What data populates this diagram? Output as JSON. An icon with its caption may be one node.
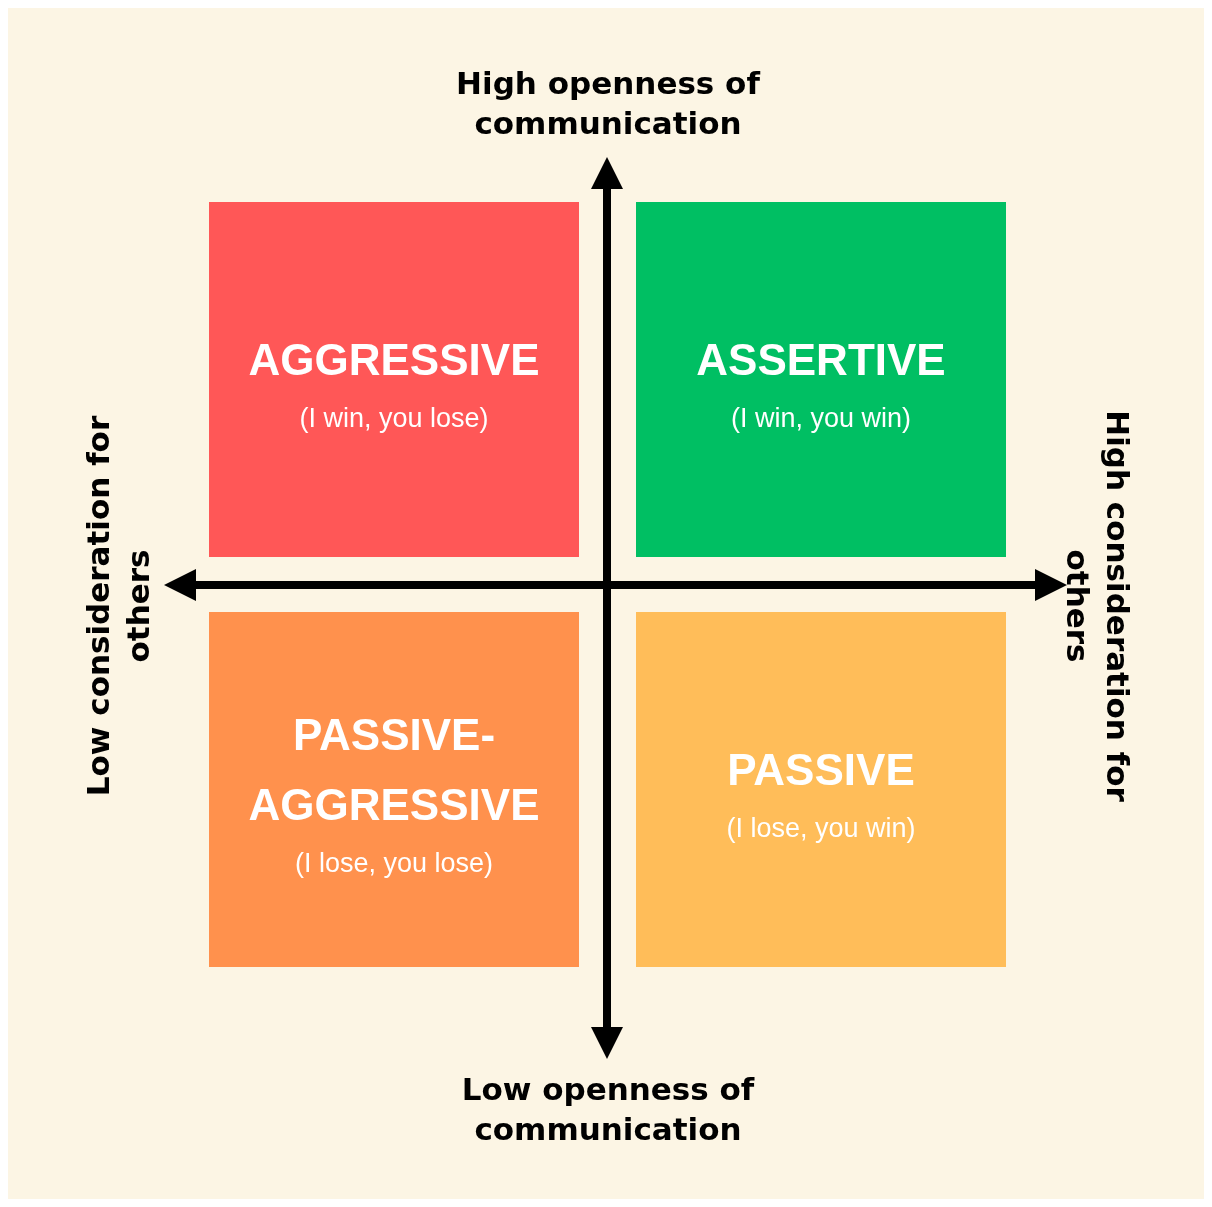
{
  "diagram": {
    "nodes": [
      {
        "text": [
          "AGGRESSIVE",
          "(I win, you lose)"
        ]
      },
      {
        "text": [
          "ASSERTIVE",
          "(I win, you win)"
        ]
      },
      {
        "text": [
          "PASSIVE- AGGRESSIVE",
          "(I lose, you lose)"
        ]
      },
      {
        "text": [
          "PASSIVE",
          "(I lose, you win)"
        ]
      }
    ],
    "edges": [],
    "labels": [
      "High openness of communication",
      "Low consideration for others",
      "High consideration for others",
      "Low openness of communication"
    ]
  }
}
